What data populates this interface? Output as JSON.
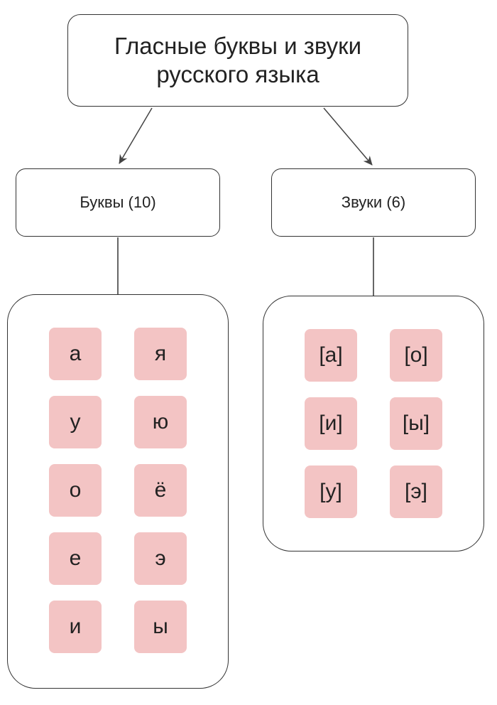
{
  "title": "Гласные буквы и звуки русского языка",
  "categories": {
    "letters": "Буквы (10)",
    "sounds": "Звуки (6)"
  },
  "letters": [
    "а",
    "я",
    "у",
    "ю",
    "о",
    "ё",
    "е",
    "э",
    "и",
    "ы"
  ],
  "sounds": [
    "[а]",
    "[о]",
    "[и]",
    "[ы]",
    "[у]",
    "[э]"
  ],
  "colors": {
    "tile_fill": "#f3c4c4",
    "stroke": "#333333"
  }
}
